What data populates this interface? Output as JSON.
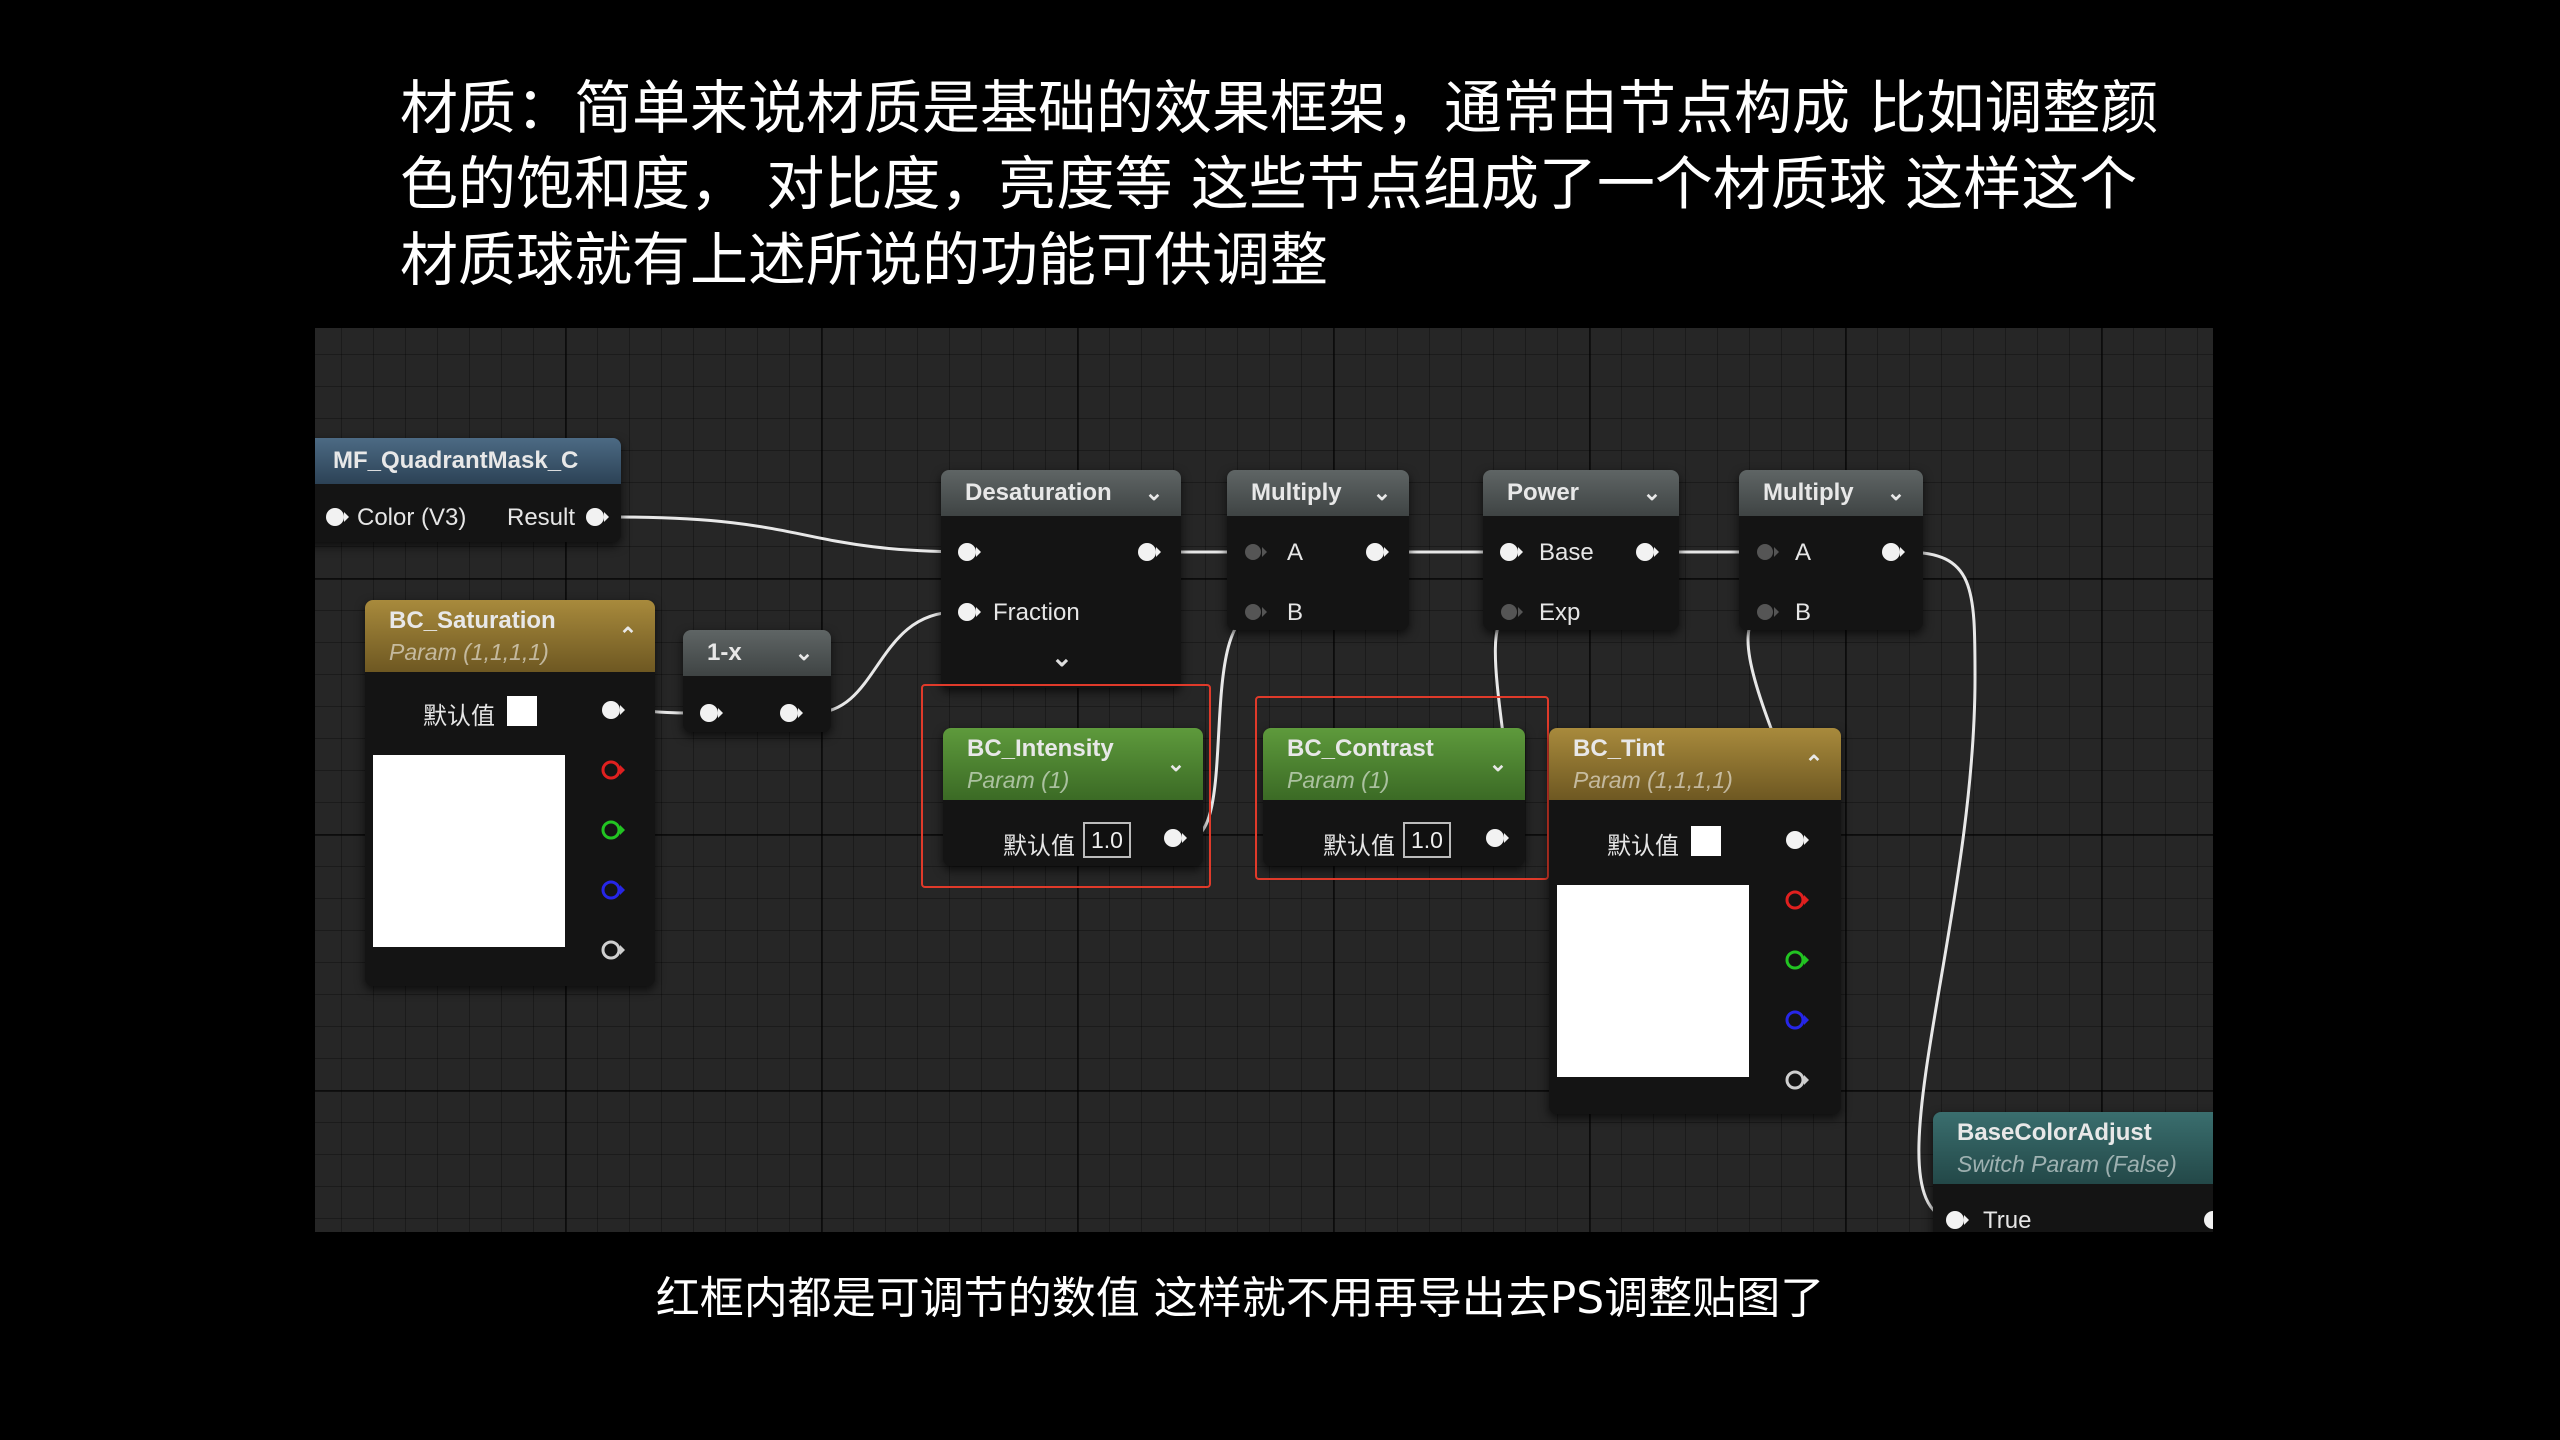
{
  "slide": {
    "title": "材质：简单来说材质是基础的效果框架，通常由节点构成 比如调整颜色的饱和度， 对比度，亮度等 这些节点组成了一个材质球 这样这个材质球就有上述所说的功能可供调整",
    "caption": "红框内都是可调节的数值  这样就不用再导出去PS调整贴图了"
  },
  "graph": {
    "nodes": {
      "mf_quadrant": {
        "title": "MF_QuadrantMask_C",
        "in_label": "Color (V3)",
        "out_label": "Result"
      },
      "bc_saturation": {
        "title": "BC_Saturation",
        "subtitle": "Param (1,1,1,1)",
        "default_label": "默认值",
        "chevron": "up",
        "swatch_color": "#ffffff"
      },
      "one_minus_x": {
        "title": "1-x",
        "chevron": "down"
      },
      "desaturation": {
        "title": "Desaturation",
        "fraction_label": "Fraction",
        "chevron": "down"
      },
      "bc_intensity": {
        "title": "BC_Intensity",
        "subtitle": "Param (1)",
        "default_label": "默认值",
        "value": "1.0",
        "chevron": "down"
      },
      "multiply1": {
        "title": "Multiply",
        "a_label": "A",
        "b_label": "B",
        "chevron": "down"
      },
      "bc_contrast": {
        "title": "BC_Contrast",
        "subtitle": "Param (1)",
        "default_label": "默认值",
        "value": "1.0",
        "chevron": "down"
      },
      "power": {
        "title": "Power",
        "base_label": "Base",
        "exp_label": "Exp",
        "chevron": "down"
      },
      "bc_tint": {
        "title": "BC_Tint",
        "subtitle": "Param (1,1,1,1)",
        "default_label": "默认值",
        "chevron": "up",
        "swatch_color": "#ffffff"
      },
      "multiply2": {
        "title": "Multiply",
        "a_label": "A",
        "b_label": "B",
        "chevron": "down"
      },
      "base_color_adjust": {
        "title": "BaseColorAdjust",
        "subtitle": "Switch Param (False)",
        "true_label": "True"
      }
    },
    "pin_colors": {
      "white": "#f2f2f2",
      "red": "#e0201f",
      "green": "#22c422",
      "blue": "#2626e8",
      "grey": "#cfcfcf",
      "unconnected": "#555555"
    },
    "highlight_color": "#e03a2a"
  }
}
